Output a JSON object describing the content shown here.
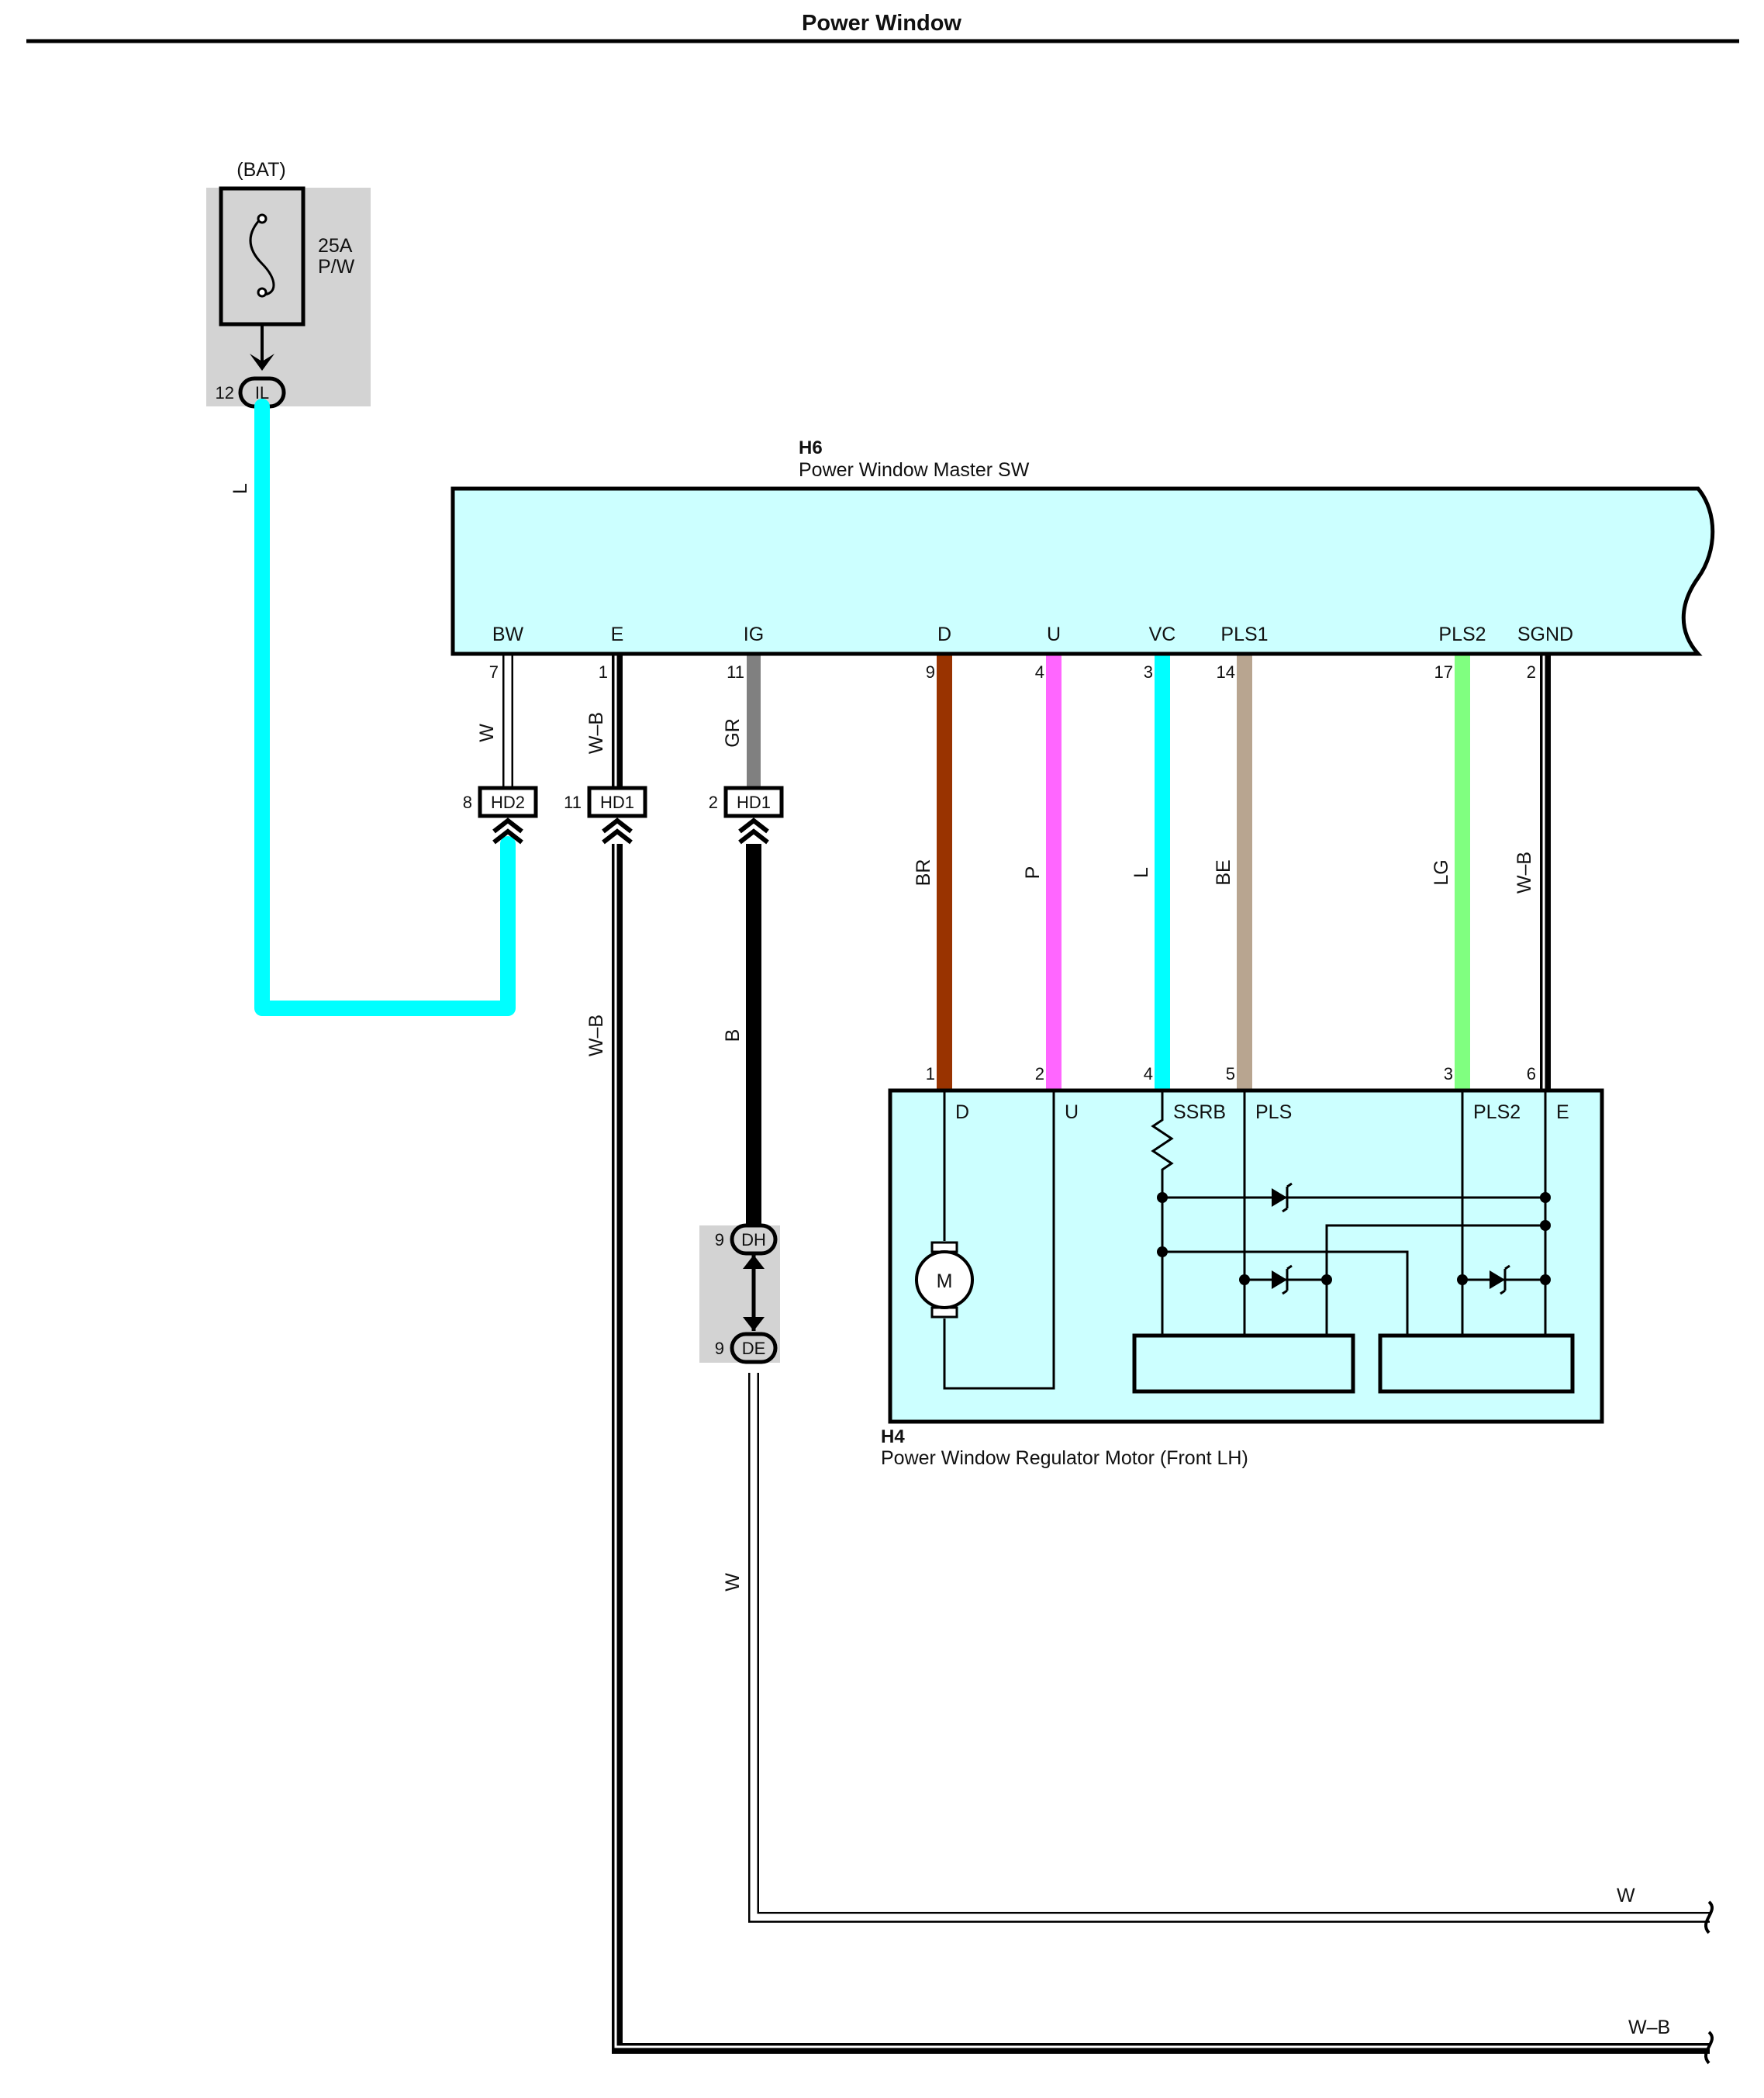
{
  "page": {
    "title": "Power Window"
  },
  "fuse": {
    "source": "(BAT)",
    "rating": "25A",
    "name": "P/W",
    "connector_pin": "12",
    "connector": "IL"
  },
  "master_switch": {
    "code": "H6",
    "name": "Power Window Master SW",
    "terminals": [
      {
        "name": "BW",
        "pin": "7",
        "wire": "W"
      },
      {
        "name": "E",
        "pin": "1",
        "wire": "W–B"
      },
      {
        "name": "IG",
        "pin": "11",
        "wire": "GR"
      },
      {
        "name": "D",
        "pin": "9",
        "wire": "BR"
      },
      {
        "name": "U",
        "pin": "4",
        "wire": "P"
      },
      {
        "name": "VC",
        "pin": "3",
        "wire": "L"
      },
      {
        "name": "PLS1",
        "pin": "14",
        "wire": "BE"
      },
      {
        "name": "PLS2",
        "pin": "17",
        "wire": "LG"
      },
      {
        "name": "SGND",
        "pin": "2",
        "wire": "W–B"
      }
    ]
  },
  "junctions": [
    {
      "pin": "8",
      "name": "HD2"
    },
    {
      "pin": "11",
      "name": "HD1"
    },
    {
      "pin": "2",
      "name": "HD1"
    }
  ],
  "door_connectors": [
    {
      "pin": "9",
      "name": "DH"
    },
    {
      "pin": "9",
      "name": "DE"
    }
  ],
  "motor": {
    "code": "H4",
    "name": "Power Window Regulator Motor (Front LH)",
    "symbol": "M",
    "terminals": [
      {
        "name": "D",
        "pin": "1"
      },
      {
        "name": "U",
        "pin": "2"
      },
      {
        "name": "SSRB",
        "pin": "4"
      },
      {
        "name": "PLS",
        "pin": "5"
      },
      {
        "name": "PLS2",
        "pin": "3"
      },
      {
        "name": "E",
        "pin": "6"
      }
    ]
  },
  "wire_labels": {
    "fuse_feed": "L",
    "hd1_e_down": "W–B",
    "hd1_ig_down": "B",
    "de_down": "W",
    "exit_w": "W",
    "exit_wb": "W–B"
  },
  "colors": {
    "L": "#00ffff",
    "GR": "#808080",
    "BR": "#993300",
    "P": "#ff66ff",
    "BE": "#b8a590",
    "LG": "#80ff80",
    "B": "#000000",
    "component_fill": "#ccffff",
    "splice_fill": "#d3d3d3"
  }
}
